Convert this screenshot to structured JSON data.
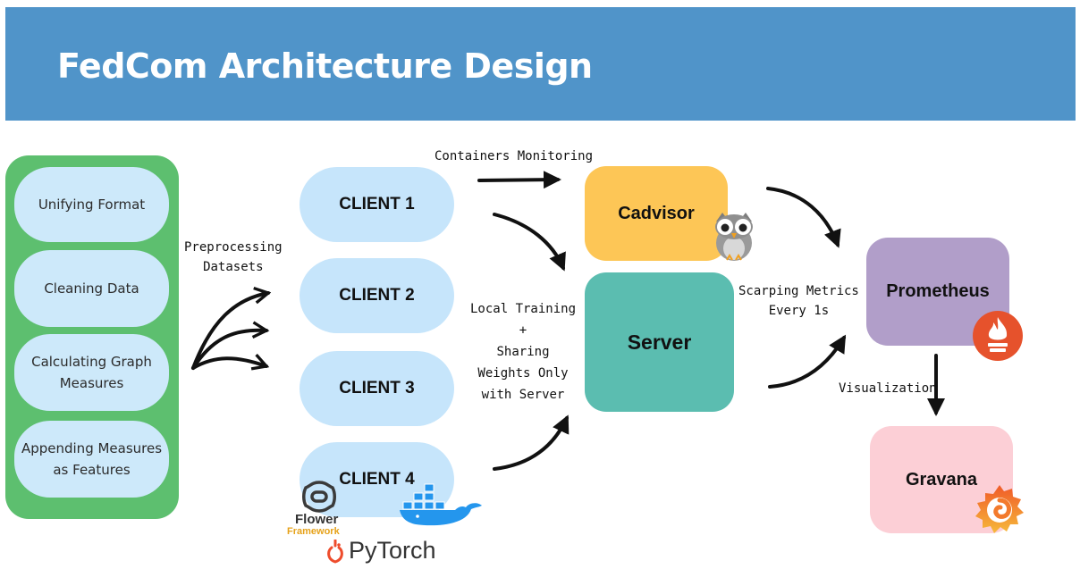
{
  "header": {
    "title": "FedCom Architecture Design"
  },
  "preprocessing": {
    "steps": [
      {
        "label": "Unifying Format"
      },
      {
        "label": "Cleaning Data"
      },
      {
        "label": "Calculating Graph Measures"
      },
      {
        "label": "Appending Measures as Features"
      }
    ]
  },
  "labels": {
    "preprocessing": "Preprocessing\nDatasets",
    "containers_monitoring": "Containers Monitoring",
    "local_training": "Local Training\n+\nSharing\nWeights Only\nwith Server",
    "scraping": "Scarping Metrics\nEvery 1s",
    "visualization": "Visualization"
  },
  "clients": [
    {
      "label": "CLIENT 1"
    },
    {
      "label": "CLIENT 2"
    },
    {
      "label": "CLIENT 3"
    },
    {
      "label": "CLIENT 4"
    }
  ],
  "nodes": {
    "cadvisor": {
      "label": "Cadvisor",
      "color": "#fdc656",
      "icon": "owl-icon"
    },
    "server": {
      "label": "Server",
      "color": "#5bbdb0"
    },
    "prometheus": {
      "label": "Prometheus",
      "color": "#b19ec9",
      "icon": "prometheus-flame-icon"
    },
    "gravana": {
      "label": "Gravana",
      "color": "#fccfd6",
      "icon": "grafana-spiral-icon"
    }
  },
  "logos": {
    "flower": {
      "name": "Flower",
      "subtitle": "Framework",
      "icon": "flower-logo-icon"
    },
    "pytorch": {
      "name": "PyTorch",
      "icon": "pytorch-flame-icon",
      "color": "#ee4c2c"
    },
    "docker": {
      "icon": "docker-whale-icon",
      "color": "#2496ed"
    }
  },
  "colors": {
    "header": "#5094c9",
    "prep_panel": "#5dbf6f",
    "prep_step": "#cde9fa",
    "client": "#c6e5fb"
  }
}
